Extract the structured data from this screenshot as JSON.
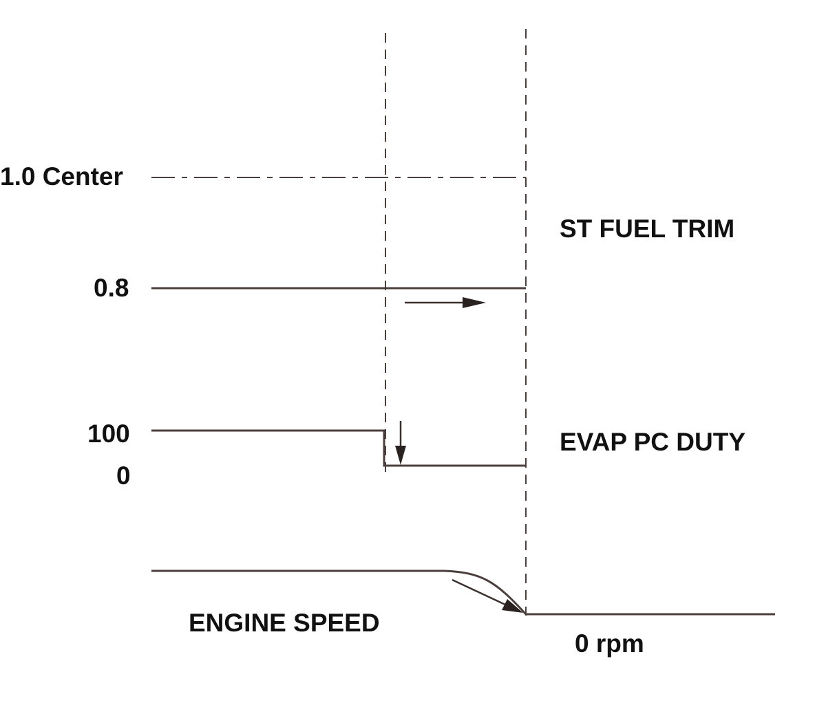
{
  "labels": {
    "center_level": "1.0 Center",
    "trim_level": "0.8",
    "duty_high": "100",
    "duty_low": "0",
    "st_fuel_trim": "ST FUEL TRIM",
    "evap_pc_duty": "EVAP PC DUTY",
    "engine_speed": "ENGINE SPEED",
    "zero_rpm": "0 rpm"
  },
  "colors": {
    "line": "#4a3f3d",
    "text": "#111111"
  }
}
